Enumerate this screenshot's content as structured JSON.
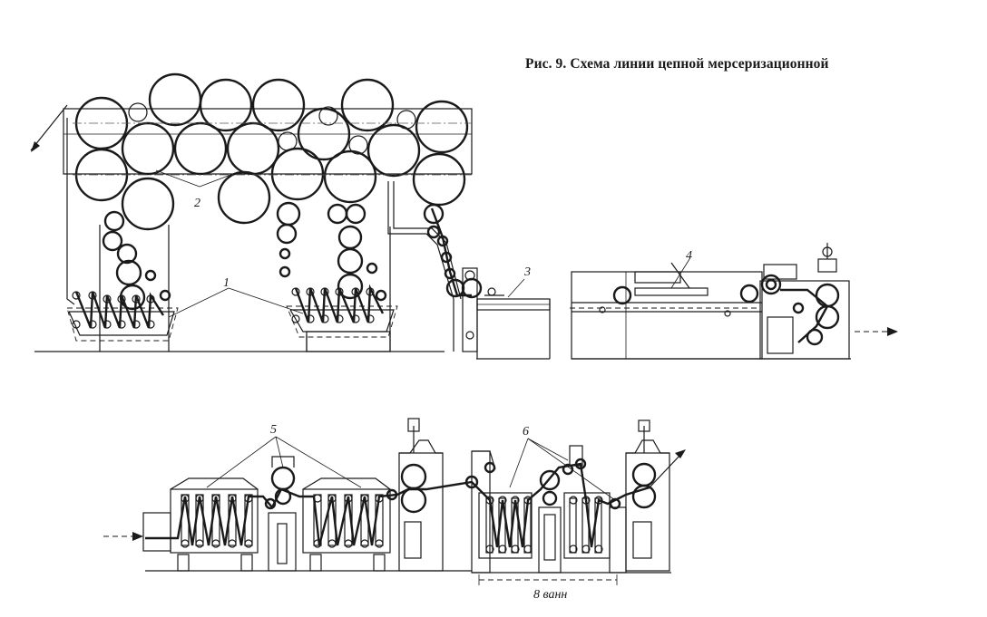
{
  "caption": "Рис. 9. Схема линии цепной мерсеризационной",
  "labels": {
    "n1": "1",
    "n2": "2",
    "n3": "3",
    "n4": "4",
    "n5": "5",
    "n6": "6",
    "baths": "8 ванн"
  }
}
